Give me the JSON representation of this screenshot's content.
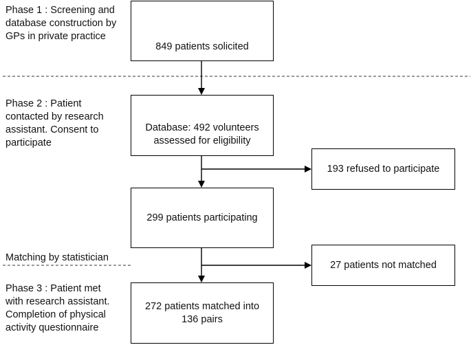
{
  "phases": {
    "phase1": "Phase 1 : Screening and\ndatabase construction by\nGPs in private practice",
    "phase2": "Phase 2 : Patient\ncontacted by research\nassistant. Consent to\nparticipate",
    "phase3": "Phase 3 : Patient met\nwith research assistant.\nCompletion of physical\nactivity questionnaire"
  },
  "separators": {
    "matching_label": "Matching by statistician"
  },
  "nodes": {
    "solicited": "849 patients solicited",
    "database": "Database: 492 volunteers\nassessed for eligibility",
    "participating": "299 patients participating",
    "matched": "272 patients matched into\n136 pairs",
    "refused": "193 refused to participate",
    "not_matched": "27 patients not matched"
  }
}
